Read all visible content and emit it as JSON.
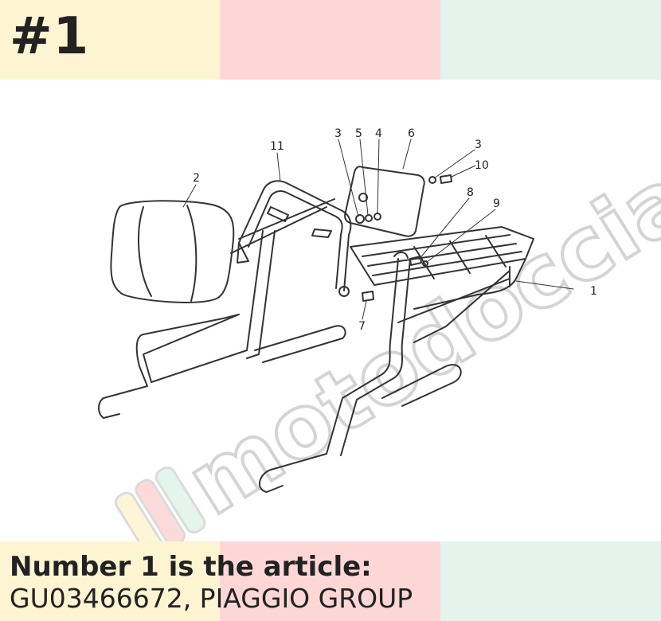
{
  "badge": "#1",
  "caption": {
    "line1": "Number 1 is the article:",
    "line2": "GU03466672, PIAGGIO GROUP"
  },
  "callouts": [
    "1",
    "2",
    "3",
    "3",
    "4",
    "5",
    "6",
    "7",
    "8",
    "9",
    "10",
    "11"
  ],
  "watermark": {
    "text": "motodoccia",
    "colors": [
      "#fdf4d2",
      "#fcd7d6",
      "#e2f4ec"
    ]
  }
}
